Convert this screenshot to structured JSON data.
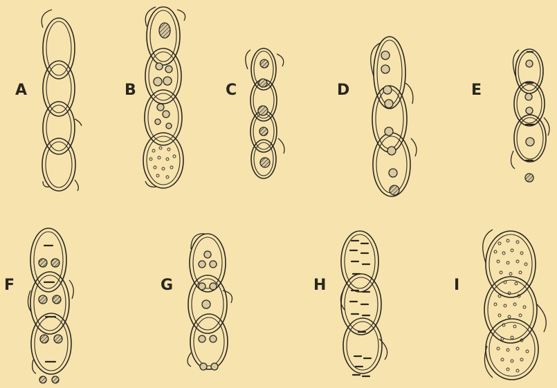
{
  "figure": {
    "labels": [
      "A",
      "B",
      "C",
      "D",
      "E",
      "F",
      "G",
      "H",
      "I"
    ]
  }
}
